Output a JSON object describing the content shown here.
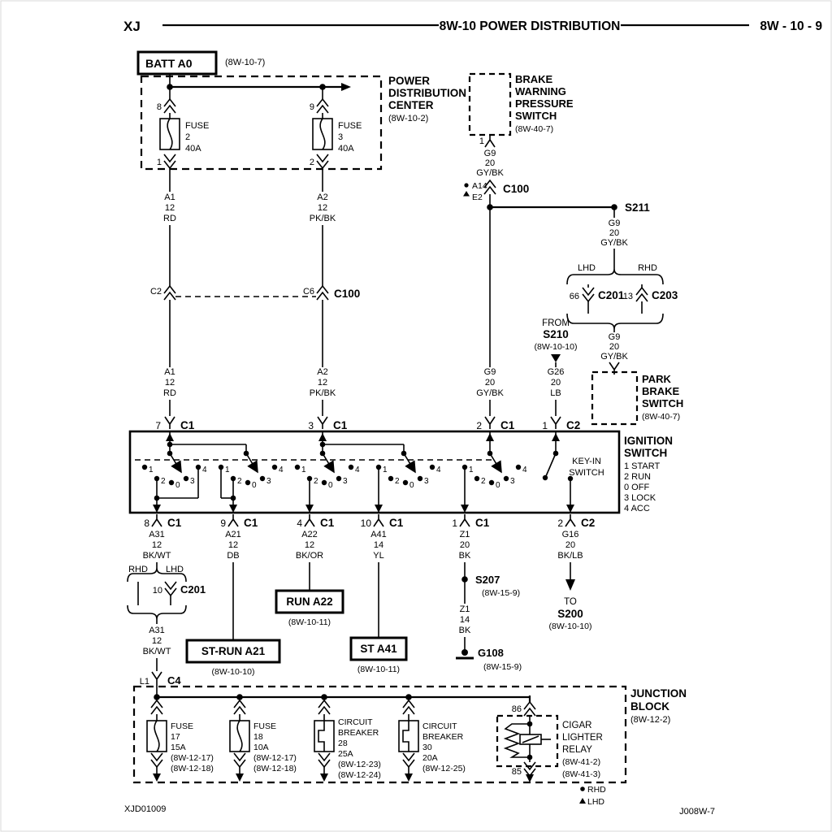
{
  "header": {
    "model": "XJ",
    "title": "8W-10 POWER DISTRIBUTION",
    "page": "8W - 10 - 9"
  },
  "battery": {
    "label": "BATT A0",
    "ref": "(8W-10-7)"
  },
  "pdc": {
    "title1": "POWER",
    "title2": "DISTRIBUTION",
    "title3": "CENTER",
    "ref": "(8W-10-2)",
    "fuse2": {
      "pin_in": "8",
      "pin_out": "1",
      "l1": "FUSE",
      "l2": "2",
      "l3": "40A"
    },
    "fuse3": {
      "pin_in": "9",
      "pin_out": "2",
      "l1": "FUSE",
      "l2": "3",
      "l3": "40A"
    }
  },
  "brake_switch": {
    "t1": "BRAKE",
    "t2": "WARNING",
    "t3": "PRESSURE",
    "t4": "SWITCH",
    "ref": "(8W-40-7)",
    "pin": "1"
  },
  "park_brake": {
    "t1": "PARK",
    "t2": "BRAKE",
    "t3": "SWITCH",
    "ref": "(8W-40-7)"
  },
  "wires": {
    "a1": {
      "code": "A1",
      "gauge": "12",
      "color": "RD"
    },
    "a2": {
      "code": "A2",
      "gauge": "12",
      "color": "PK/BK"
    },
    "g9": {
      "code": "G9",
      "gauge": "20",
      "color": "GY/BK"
    },
    "g26": {
      "code": "G26",
      "gauge": "20",
      "color": "LB"
    },
    "a31": {
      "code": "A31",
      "gauge": "12",
      "color": "BK/WT"
    },
    "a21": {
      "code": "A21",
      "gauge": "12",
      "color": "DB"
    },
    "a22": {
      "code": "A22",
      "gauge": "12",
      "color": "BK/OR"
    },
    "a41": {
      "code": "A41",
      "gauge": "14",
      "color": "YL"
    },
    "z1": {
      "code": "Z1",
      "gauge": "20",
      "color": "BK"
    },
    "z1b": {
      "code": "Z1",
      "gauge": "14",
      "color": "BK"
    },
    "g16": {
      "code": "G16",
      "gauge": "20",
      "color": "BK/LB"
    }
  },
  "conn": {
    "c100_top": {
      "name": "C100",
      "rhd_circuit": "A14",
      "lhd_circuit": "E2"
    },
    "c100_mid": {
      "name": "C100",
      "pin_left": "C2",
      "pin_right": "C6"
    },
    "s211": "S211",
    "lhd": "LHD",
    "rhd": "RHD",
    "c201_upper": {
      "pin": "66",
      "name": "C201"
    },
    "c203": {
      "pin": "13",
      "name": "C203"
    },
    "c201_lower": {
      "pin": "10",
      "name": "C201"
    },
    "c4": {
      "pin": "L1",
      "name": "C4"
    }
  },
  "s210": {
    "from": "FROM",
    "name": "S210",
    "ref": "(8W-10-10)"
  },
  "ignition": {
    "t1": "IGNITION",
    "t2": "SWITCH",
    "pos": [
      "1 START",
      "2 RUN",
      "0 OFF",
      "3 LOCK",
      "4 ACC"
    ],
    "keyin1": "KEY-IN",
    "keyin2": "SWITCH",
    "contacts": [
      "1",
      "2",
      "0",
      "3",
      "4"
    ],
    "in": [
      {
        "pin": "7",
        "name": "C1"
      },
      {
        "pin": "3",
        "name": "C1"
      },
      {
        "pin": "2",
        "name": "C1"
      },
      {
        "pin": "1",
        "name": "C2"
      }
    ],
    "out": [
      {
        "pin": "8",
        "name": "C1"
      },
      {
        "pin": "9",
        "name": "C1"
      },
      {
        "pin": "4",
        "name": "C1"
      },
      {
        "pin": "10",
        "name": "C1"
      },
      {
        "pin": "1",
        "name": "C1"
      },
      {
        "pin": "2",
        "name": "C2"
      }
    ]
  },
  "dest": {
    "st_run": {
      "label": "ST-RUN A21",
      "ref": "(8W-10-10)"
    },
    "run": {
      "label": "RUN A22",
      "ref": "(8W-10-11)"
    },
    "st": {
      "label": "ST A41",
      "ref": "(8W-10-11)"
    },
    "s207": {
      "name": "S207",
      "ref": "(8W-15-9)"
    },
    "g108": {
      "name": "G108",
      "ref": "(8W-15-9)"
    },
    "s200": {
      "to": "TO",
      "name": "S200",
      "ref": "(8W-10-10)"
    }
  },
  "jb": {
    "title1": "JUNCTION",
    "title2": "BLOCK",
    "ref": "(8W-12-2)",
    "fuse17": [
      "FUSE",
      "17",
      "15A",
      "(8W-12-17)",
      "(8W-12-18)"
    ],
    "fuse18": [
      "FUSE",
      "18",
      "10A",
      "(8W-12-17)",
      "(8W-12-18)"
    ],
    "cb28": [
      "CIRCUIT",
      "BREAKER",
      "28",
      "25A",
      "(8W-12-23)",
      "(8W-12-24)"
    ],
    "cb30": [
      "CIRCUIT",
      "BREAKER",
      "30",
      "20A",
      "(8W-12-25)"
    ],
    "relay": {
      "pin_top": "86",
      "pin_bot": "85",
      "l1": "CIGAR",
      "l2": "LIGHTER",
      "l3": "RELAY",
      "ref1": "(8W-41-2)",
      "ref2": "(8W-41-3)"
    }
  },
  "footer": {
    "left": "XJD01009",
    "right": "J008W-7",
    "legend": {
      "rhd": "RHD",
      "lhd": "LHD"
    }
  }
}
